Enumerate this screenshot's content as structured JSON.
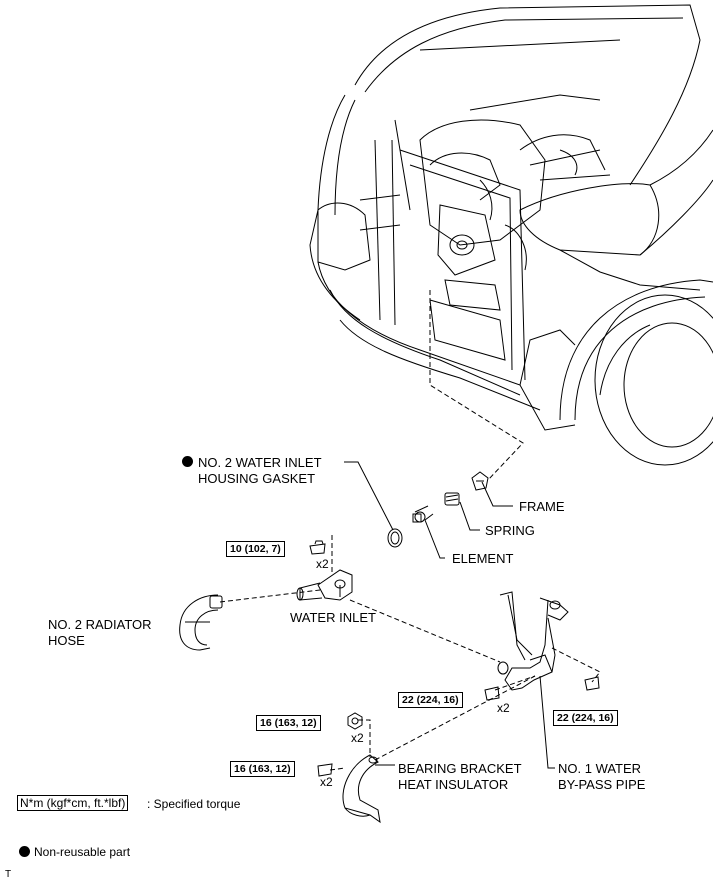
{
  "labels": {
    "gasket_line1": "NO. 2 WATER INLET",
    "gasket_line2": "HOUSING GASKET",
    "frame": "FRAME",
    "spring": "SPRING",
    "element": "ELEMENT",
    "water_inlet": "WATER INLET",
    "radiator_hose_line1": "NO. 2 RADIATOR",
    "radiator_hose_line2": "HOSE",
    "bypass_line1": "NO. 1 WATER",
    "bypass_line2": "BY-PASS PIPE",
    "insulator_line1": "BEARING BRACKET",
    "insulator_line2": "HEAT INSULATOR"
  },
  "torques": {
    "water_inlet_bolt": "10 (102, 7)",
    "bypass_bolt_left": "22 (224, 16)",
    "bypass_bolt_right": "22 (224, 16)",
    "insulator_nut": "16 (163, 12)",
    "insulator_bolt": "16 (163, 12)"
  },
  "quantities": {
    "water_inlet_bolt": "x2",
    "bypass_bolt_left": "x2",
    "insulator_nut": "x2",
    "insulator_bolt": "x2"
  },
  "legend": {
    "torque_unit": "N*m (kgf*cm, ft.*lbf)",
    "torque_desc": ": Specified torque",
    "nonreusable": "Non-reusable part"
  },
  "corner_mark": "T"
}
